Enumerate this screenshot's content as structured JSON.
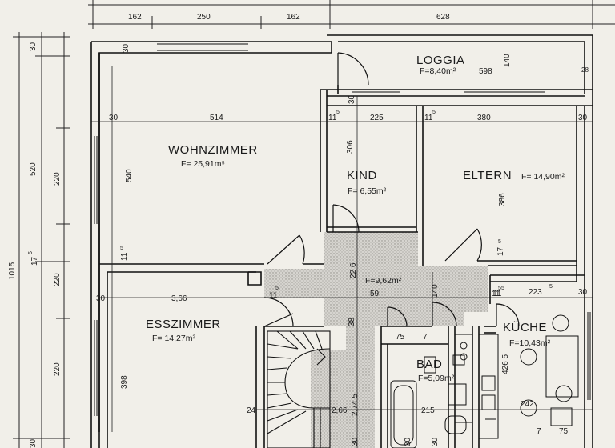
{
  "top_dimensions": [
    "162",
    "250",
    "162",
    "628"
  ],
  "left_dimensions": {
    "d30": "30",
    "d520": "520",
    "d220a": "220",
    "d1015": "1015",
    "d17_5": "17",
    "d17_5_sup": "5",
    "d220b": "220",
    "d220c": "220",
    "d30b": "30"
  },
  "rooms": {
    "loggia": {
      "name": "LOGGIA",
      "area": "F=8,40m²",
      "dims": [
        "598",
        "140",
        "28"
      ]
    },
    "wohnzimmer": {
      "name": "WOHNZIMMER",
      "area": "F= 25,91m⁵",
      "dims": [
        "514",
        "540",
        "30",
        "30",
        "11",
        "5"
      ]
    },
    "kind": {
      "name": "KIND",
      "area": "F= 6,55m²",
      "dims": [
        "225",
        "306",
        "30",
        "11",
        "5"
      ]
    },
    "eltern": {
      "name": "ELTERN",
      "area": "F= 14,90m²",
      "dims": [
        "380",
        "386",
        "11",
        "5",
        "30",
        "17",
        "5"
      ]
    },
    "flur": {
      "area": "F=9,62m²",
      "dims": [
        "22 6",
        "140",
        "59",
        "11",
        "5"
      ]
    },
    "esszimmer": {
      "name": "ESSZIMMER",
      "area": "F= 14,27m²",
      "dims": [
        "3,66",
        "398",
        "30",
        "11",
        "5"
      ]
    },
    "kueche": {
      "name": "KÜCHE",
      "area": "F=10,43m²",
      "dims": [
        "223",
        "5",
        "30",
        "11",
        "5",
        "426 5",
        "242",
        "7",
        "75"
      ]
    },
    "bad": {
      "name": "BAD",
      "area": "F=5,09m²",
      "dims": [
        "75",
        "7",
        "215",
        "30",
        "30"
      ]
    },
    "stair": {
      "dims": [
        "24",
        "2,66",
        "2,74 5",
        "38",
        "30"
      ]
    }
  }
}
